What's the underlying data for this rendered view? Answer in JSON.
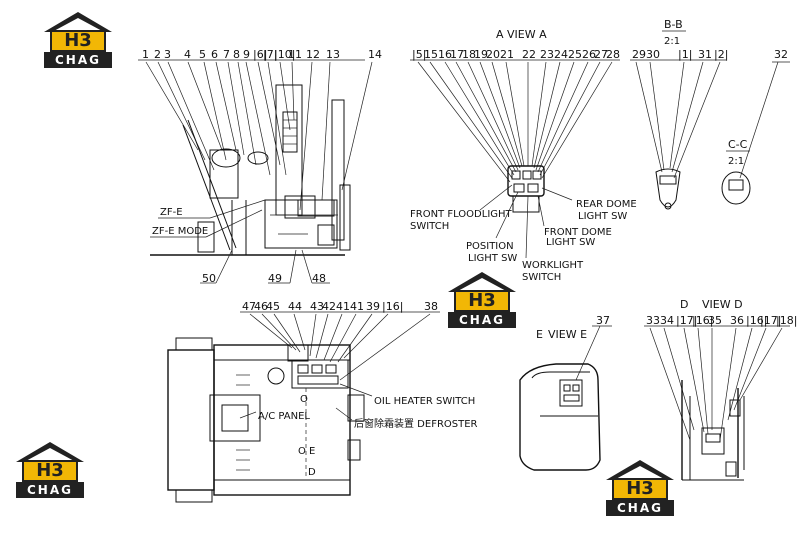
{
  "logo": {
    "mark": "H3",
    "band": "CHAG",
    "brand_color": "#f2b705",
    "dark_color": "#222222"
  },
  "views": {
    "view_a": "A VIEW A",
    "section_bb": "B-B",
    "section_bb_scale": "2:1",
    "section_cc": "C-C",
    "section_cc_scale": "2:1",
    "view_d_letter": "D",
    "view_d": "VIEW D",
    "view_e_letter": "E",
    "view_e": "VIEW E"
  },
  "labels": {
    "zf_e": "ZF-E",
    "zf_e_mode": "ZF-E MODE",
    "front_floodlight": "FRONT FLOODLIGHT",
    "front_floodlight_2": "SWITCH",
    "position_light": "POSITION",
    "position_light_2": "LIGHT SW",
    "worklight": "WORKLIGHT",
    "worklight_2": "SWITCH",
    "rear_dome": "REAR DOME",
    "rear_dome_2": "LIGHT SW",
    "front_dome": "FRONT DOME",
    "front_dome_2": "LIGHT SW",
    "oil_heater": "OIL HEATER SWITCH",
    "defroster": "后窗除霜装置 DEFROSTER",
    "ac_panel": "A/C PANEL",
    "plan_o": "O",
    "plan_e": "O E",
    "plan_d": "D"
  },
  "callouts": {
    "side": [
      "1",
      "2",
      "3",
      "4",
      "5",
      "6",
      "7",
      "8",
      "9",
      "|6|",
      "|7|",
      "|10|",
      "11",
      "12",
      "13",
      "14"
    ],
    "side_bottom": [
      "50",
      "49",
      "48"
    ],
    "view_a": [
      "|5|",
      "15",
      "16",
      "17",
      "18",
      "19",
      "20",
      "21",
      "22",
      "23",
      "24",
      "25",
      "26",
      "27",
      "28"
    ],
    "bb": [
      "29",
      "30",
      "|1|",
      "31",
      "|2|"
    ],
    "cc": [
      "32"
    ],
    "plan": [
      "47",
      "46",
      "45",
      "44",
      "43",
      "42",
      "41",
      "41",
      "39",
      "|16|",
      "38"
    ],
    "view_e": [
      "37"
    ],
    "view_d": [
      "33",
      "34",
      "|17|",
      "|16|",
      "35",
      "36",
      "|16|",
      "|17|",
      "|18|"
    ]
  }
}
